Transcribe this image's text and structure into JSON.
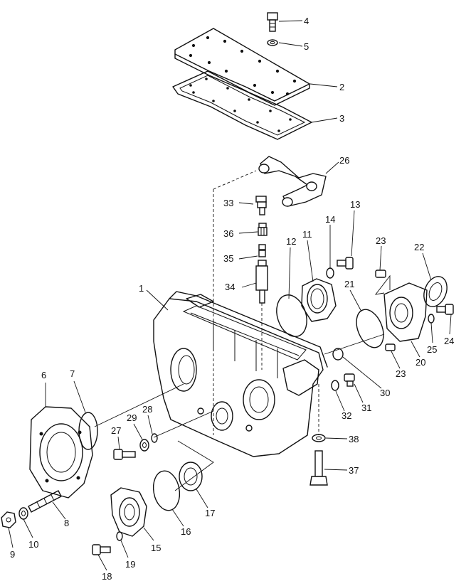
{
  "callouts": [
    {
      "id": "4",
      "label": "4"
    },
    {
      "id": "5",
      "label": "5"
    },
    {
      "id": "2",
      "label": "2"
    },
    {
      "id": "3",
      "label": "3"
    },
    {
      "id": "26",
      "label": "26"
    },
    {
      "id": "33",
      "label": "33"
    },
    {
      "id": "36",
      "label": "36"
    },
    {
      "id": "35",
      "label": "35"
    },
    {
      "id": "34",
      "label": "34"
    },
    {
      "id": "1",
      "label": "1"
    },
    {
      "id": "12",
      "label": "12"
    },
    {
      "id": "11",
      "label": "11"
    },
    {
      "id": "14",
      "label": "14"
    },
    {
      "id": "13",
      "label": "13"
    },
    {
      "id": "23a",
      "label": "23"
    },
    {
      "id": "22",
      "label": "22"
    },
    {
      "id": "21",
      "label": "21"
    },
    {
      "id": "24",
      "label": "24"
    },
    {
      "id": "25",
      "label": "25"
    },
    {
      "id": "20",
      "label": "20"
    },
    {
      "id": "23b",
      "label": "23"
    },
    {
      "id": "30",
      "label": "30"
    },
    {
      "id": "31",
      "label": "31"
    },
    {
      "id": "32",
      "label": "32"
    },
    {
      "id": "38",
      "label": "38"
    },
    {
      "id": "37",
      "label": "37"
    },
    {
      "id": "6",
      "label": "6"
    },
    {
      "id": "7",
      "label": "7"
    },
    {
      "id": "29",
      "label": "29"
    },
    {
      "id": "28",
      "label": "28"
    },
    {
      "id": "27",
      "label": "27"
    },
    {
      "id": "8",
      "label": "8"
    },
    {
      "id": "9",
      "label": "9"
    },
    {
      "id": "10",
      "label": "10"
    },
    {
      "id": "15",
      "label": "15"
    },
    {
      "id": "16",
      "label": "16"
    },
    {
      "id": "17",
      "label": "17"
    },
    {
      "id": "18",
      "label": "18"
    },
    {
      "id": "19",
      "label": "19"
    }
  ]
}
